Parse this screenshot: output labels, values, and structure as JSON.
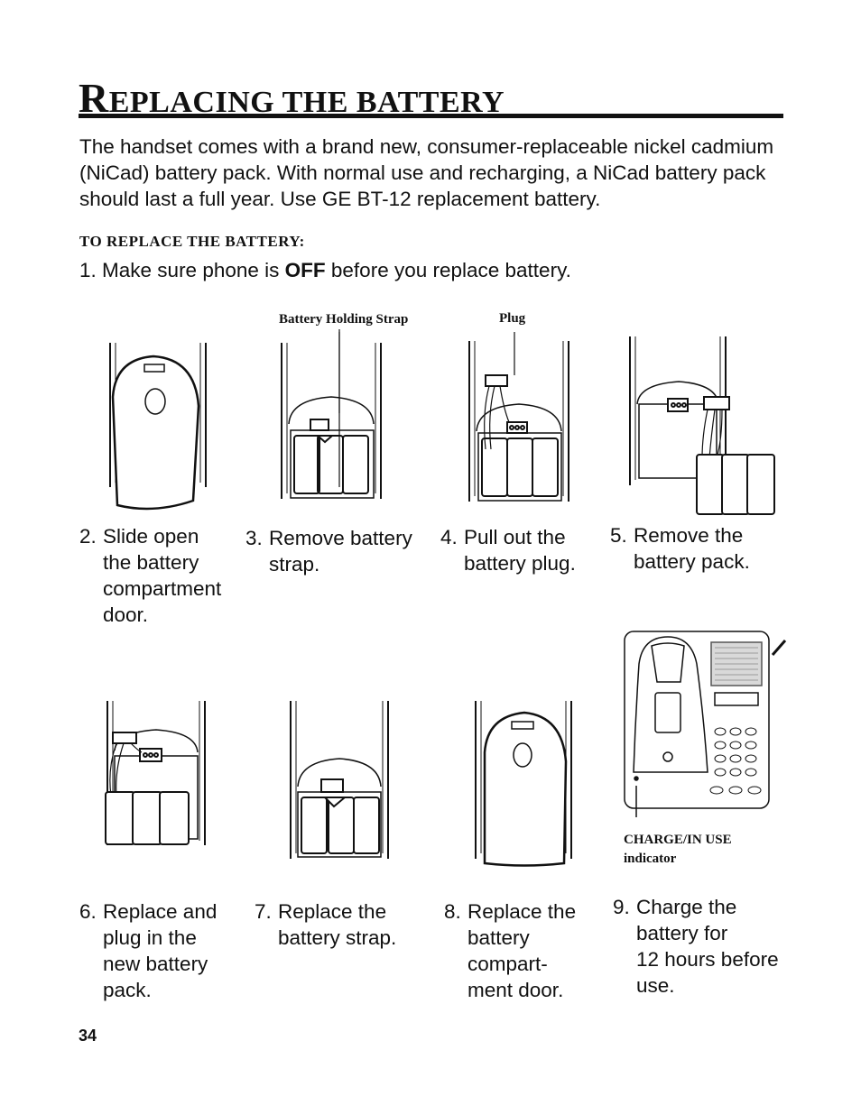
{
  "title": {
    "cap": "R",
    "rest": "EPLACING THE BATTERY"
  },
  "intro": "The handset comes with a brand new, consumer-replaceable nickel cadmium (NiCad) battery pack. With normal use and recharging, a NiCad battery pack should last a full year. Use GE BT-12 replacement battery.",
  "sub_heading": "TO REPLACE THE BATTERY:",
  "step1": {
    "num": "1.",
    "before": "Make sure phone is ",
    "bold": "OFF",
    "after": " before you replace battery."
  },
  "callouts": {
    "strap": "Battery Holding Strap",
    "plug": "Plug",
    "charge": "CHARGE/IN USE",
    "indicator": "indicator"
  },
  "steps": [
    {
      "num": "2.",
      "lines": [
        "Slide open",
        "the battery",
        "compartment",
        "door."
      ]
    },
    {
      "num": "3.",
      "lines": [
        "Remove battery",
        "strap."
      ]
    },
    {
      "num": "4.",
      "lines": [
        "Pull out the",
        "battery plug."
      ]
    },
    {
      "num": "5.",
      "lines": [
        "Remove the",
        "battery pack."
      ]
    },
    {
      "num": "6.",
      "lines": [
        "Replace and",
        "plug in the",
        "new battery",
        "pack."
      ]
    },
    {
      "num": "7.",
      "lines": [
        "Replace the",
        "battery strap."
      ]
    },
    {
      "num": "8.",
      "lines": [
        "Replace the",
        "battery",
        "compart-",
        "ment door."
      ]
    },
    {
      "num": "9.",
      "lines": [
        "Charge the",
        "battery for",
        "12 hours before",
        "use."
      ]
    }
  ],
  "page_number": "34"
}
